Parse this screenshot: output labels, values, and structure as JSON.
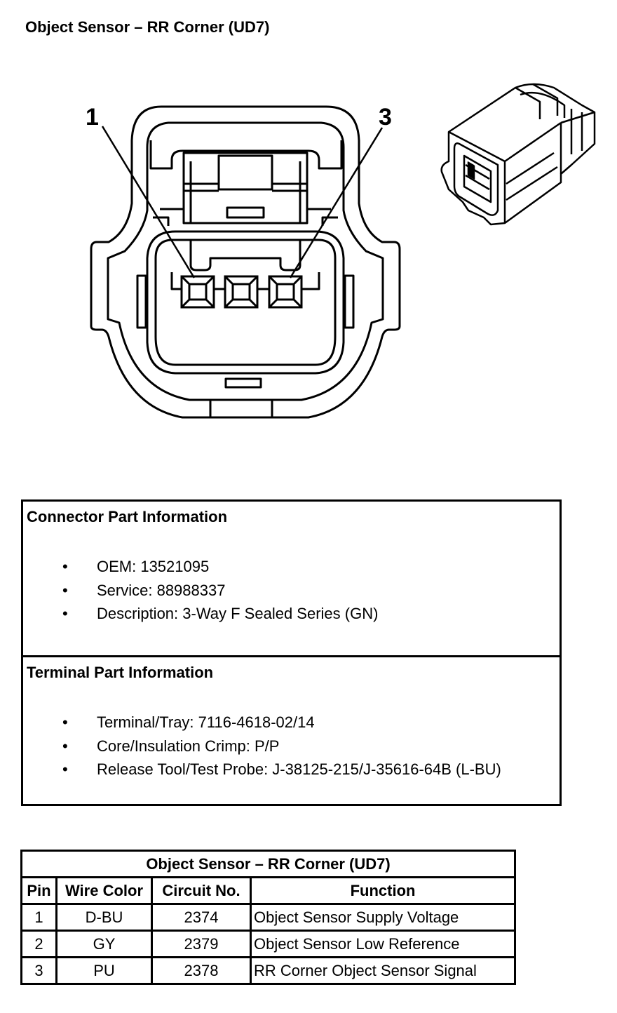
{
  "title": "Object Sensor – RR Corner (UD7)",
  "diagram": {
    "pin_labels": [
      "1",
      "3"
    ]
  },
  "connector_info": {
    "heading": "Connector Part Information",
    "items": [
      "OEM: 13521095",
      "Service: 88988337",
      "Description: 3-Way F Sealed Series (GN)"
    ]
  },
  "terminal_info": {
    "heading": "Terminal Part Information",
    "items": [
      "Terminal/Tray: 7116-4618-02/14",
      "Core/Insulation Crimp: P/P",
      "Release Tool/Test Probe: J-38125-215/J-35616-64B (L-BU)"
    ]
  },
  "bullet": "•",
  "pin_table": {
    "caption": "Object Sensor – RR Corner (UD7)",
    "headers": [
      "Pin",
      "Wire Color",
      "Circuit No.",
      "Function"
    ],
    "rows": [
      [
        "1",
        "D-BU",
        "2374",
        "Object Sensor Supply Voltage"
      ],
      [
        "2",
        "GY",
        "2379",
        "Object Sensor Low Reference"
      ],
      [
        "3",
        "PU",
        "2378",
        "RR Corner Object Sensor Signal"
      ]
    ]
  }
}
